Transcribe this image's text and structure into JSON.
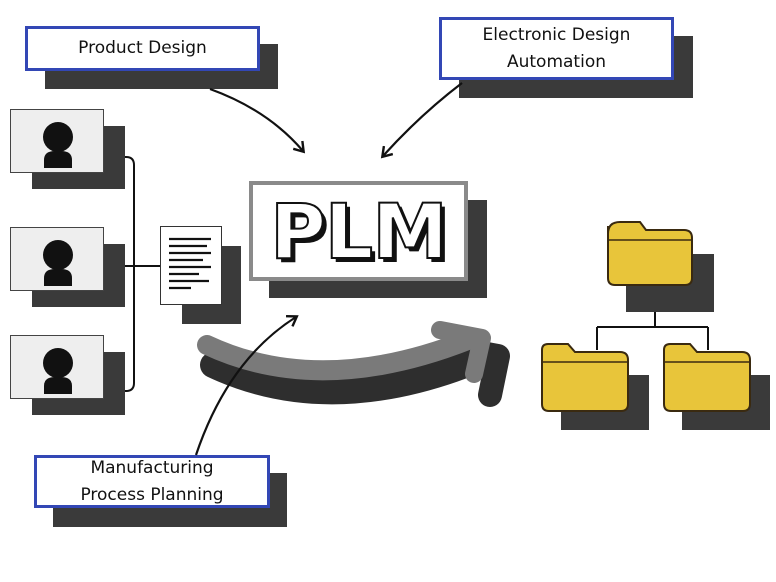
{
  "labels": {
    "product_design": "Product Design",
    "eda_line1": "Electronic Design",
    "eda_line2": "Automation",
    "mpp_line1": "Manufacturing",
    "mpp_line2": "Process Planning",
    "plm": "PLM"
  },
  "colors": {
    "label_border": "#3347b5",
    "shadow": "#3a3a3a",
    "plm_border": "#8a8a8a",
    "folder_fill": "#e8c53a",
    "flow_arrow": "#7a7a7a"
  },
  "icons": {
    "users": [
      "person-icon",
      "person-icon",
      "person-icon"
    ],
    "document": "document-icon",
    "folders": [
      "folder-icon",
      "folder-icon",
      "folder-icon"
    ]
  }
}
